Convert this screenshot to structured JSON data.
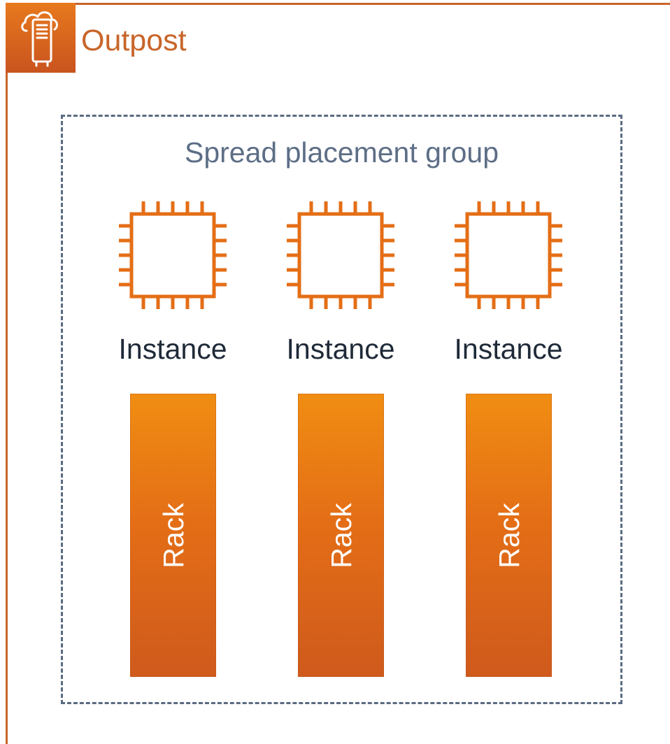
{
  "outpost": {
    "title": "Outpost",
    "icon": "outpost-icon",
    "color": "#c8652a"
  },
  "placement_group": {
    "title": "Spread placement group",
    "border_color": "#5a6b82"
  },
  "instances": [
    {
      "label": "Instance",
      "icon": "ec2-instance-icon"
    },
    {
      "label": "Instance",
      "icon": "ec2-instance-icon"
    },
    {
      "label": "Instance",
      "icon": "ec2-instance-icon"
    }
  ],
  "racks": [
    {
      "label": "Rack"
    },
    {
      "label": "Rack"
    },
    {
      "label": "Rack"
    }
  ],
  "colors": {
    "accent": "#e46e16",
    "text_dark": "#1f2a38",
    "text_muted": "#5d6e86"
  }
}
